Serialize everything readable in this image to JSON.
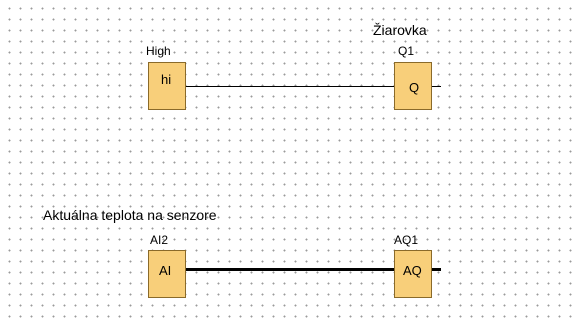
{
  "comments": {
    "lamp": "Žiarovka",
    "sensor_temp": "Aktuálna teplota na senzore"
  },
  "blocks": {
    "high": {
      "name": "High",
      "symbol": "hi"
    },
    "q1": {
      "name": "Q1",
      "symbol": "Q"
    },
    "ai2": {
      "name": "AI2",
      "symbol": "AI"
    },
    "aq1": {
      "name": "AQ1",
      "symbol": "AQ"
    }
  },
  "colors": {
    "block_fill": "#f8cf7a",
    "block_border": "#8a6a2a",
    "grid_dot": "#9a9a9a",
    "wire": "#000000"
  }
}
